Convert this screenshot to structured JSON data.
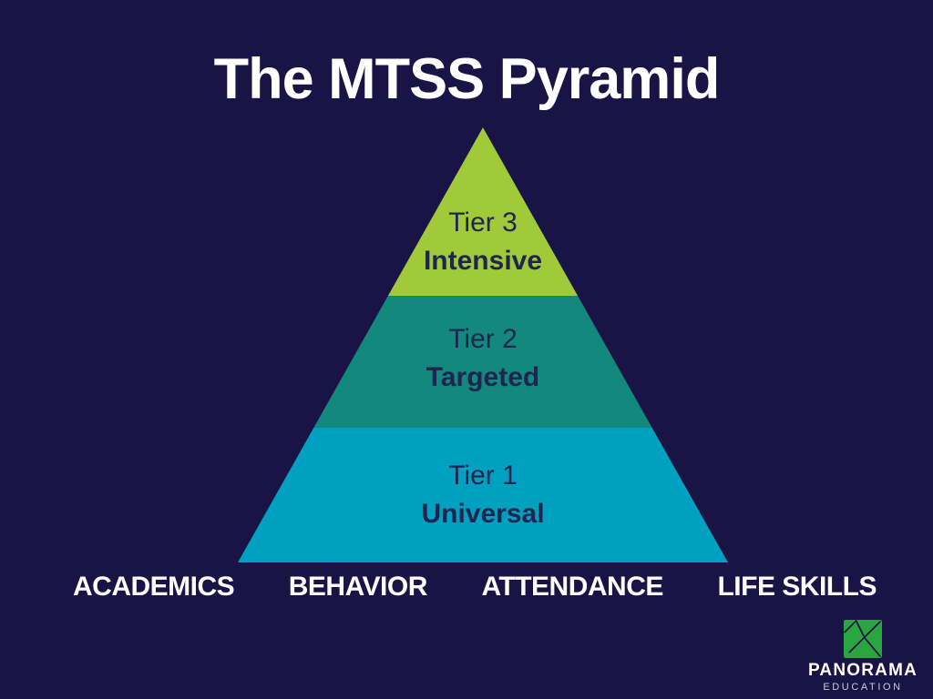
{
  "title": "The MTSS Pyramid",
  "pyramid": {
    "tiers": [
      {
        "name": "Tier 3",
        "label": "Intensive",
        "color": "#a1ca3a"
      },
      {
        "name": "Tier 2",
        "label": "Targeted",
        "color": "#13897e"
      },
      {
        "name": "Tier 1",
        "label": "Universal",
        "color": "#00a0c0"
      }
    ],
    "text_color": "#20254f"
  },
  "domains": [
    "ACADEMICS",
    "BEHAVIOR",
    "ATTENDANCE",
    "LIFE SKILLS"
  ],
  "logo": {
    "brand": "PANORAMA",
    "division": "EDUCATION",
    "icon": "panorama-tangram-square-icon",
    "icon_color": "#2aa53f"
  },
  "colors": {
    "background": "#191445",
    "title_text": "#ffffff",
    "domain_text": "#ffffff"
  }
}
